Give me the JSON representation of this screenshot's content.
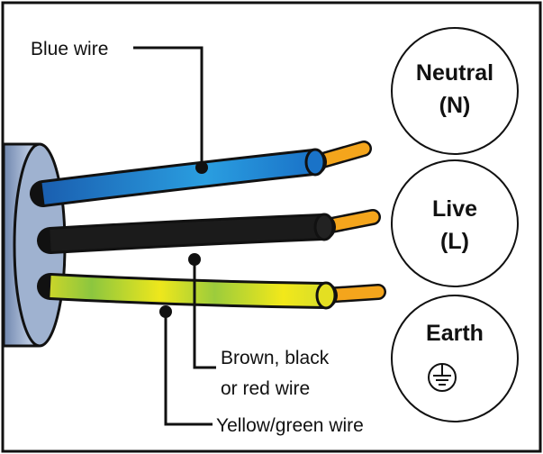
{
  "wires": {
    "blue": {
      "label": "Blue wire",
      "color": "#1a6fc4",
      "highlight": "#2aa6e8"
    },
    "brown_black_red": {
      "label_line1": "Brown, black",
      "label_line2": "or red wire",
      "color": "#111111"
    },
    "yellow_green": {
      "label": "Yellow/green wire",
      "color_green": "#8cc63f",
      "color_yellow": "#f2e81a"
    },
    "copper_color": "#f4a51c"
  },
  "terminals": {
    "neutral": {
      "name": "Neutral",
      "code": "(N)"
    },
    "live": {
      "name": "Live",
      "code": "(L)"
    },
    "earth": {
      "name": "Earth",
      "symbol": "earth-ground-symbol"
    }
  },
  "cable_sheath_color": "#8fa3c4"
}
